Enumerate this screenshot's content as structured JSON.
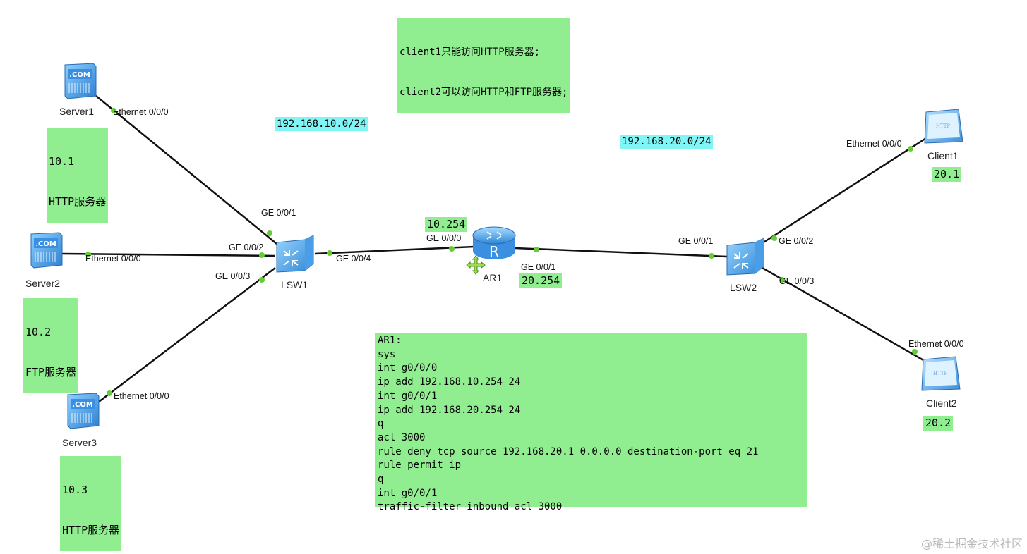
{
  "requirement_note": {
    "line1": "client1只能访问HTTP服务器;",
    "line2": "client2可以访问HTTP和FTP服务器;"
  },
  "networks": {
    "net1": "192.168.10.0/24",
    "net2": "192.168.20.0/24"
  },
  "devices": {
    "server1": {
      "name": "Server1",
      "ip": "10.1",
      "role": "HTTP服务器",
      "port": "Ethernet 0/0/0",
      "icon": "server-com-icon"
    },
    "server2": {
      "name": "Server2",
      "ip": "10.2",
      "role": "FTP服务器",
      "port": "Ethernet 0/0/0",
      "icon": "server-com-icon"
    },
    "server3": {
      "name": "Server3",
      "ip": "10.3",
      "role": "HTTP服务器",
      "port": "Ethernet 0/0/0",
      "icon": "server-com-icon"
    },
    "lsw1": {
      "name": "LSW1",
      "ports": {
        "p1": "GE 0/0/1",
        "p2": "GE 0/0/2",
        "p3": "GE 0/0/3",
        "p4": "GE 0/0/4"
      },
      "icon": "switch-icon"
    },
    "ar1": {
      "name": "AR1",
      "ip_left": "10.254",
      "ip_right": "20.254",
      "port_left": "GE 0/0/0",
      "port_right": "GE 0/0/1",
      "icon": "router-icon"
    },
    "lsw2": {
      "name": "LSW2",
      "ports": {
        "p1": "GE 0/0/1",
        "p2": "GE 0/0/2",
        "p3": "GE 0/0/3"
      },
      "icon": "switch-icon"
    },
    "client1": {
      "name": "Client1",
      "ip": "20.1",
      "port": "Ethernet 0/0/0",
      "icon": "http-client-icon"
    },
    "client2": {
      "name": "Client2",
      "ip": "20.2",
      "port": "Ethernet 0/0/0",
      "icon": "http-client-icon"
    }
  },
  "config": {
    "lines": [
      "AR1:",
      "sys",
      "int g0/0/0",
      "ip add 192.168.10.254 24",
      "int g0/0/1",
      "ip add 192.168.20.254 24",
      "q",
      "acl 3000",
      "rule deny tcp source 192.168.20.1 0.0.0.0 destination-port eq 21",
      "rule permit ip",
      "q",
      "int g0/0/1",
      "traffic-filter inbound acl 3000"
    ]
  },
  "icon_text": {
    "com": ".COM",
    "http": "HTTP",
    "router": "R"
  },
  "watermark": "@稀土掘金技术社区",
  "colors": {
    "note_bg": "#90ee90",
    "net_bg": "#7ff5f5",
    "link": "#111111",
    "port_dot": "#66cc33",
    "device_blue": "#4aa3e8"
  }
}
